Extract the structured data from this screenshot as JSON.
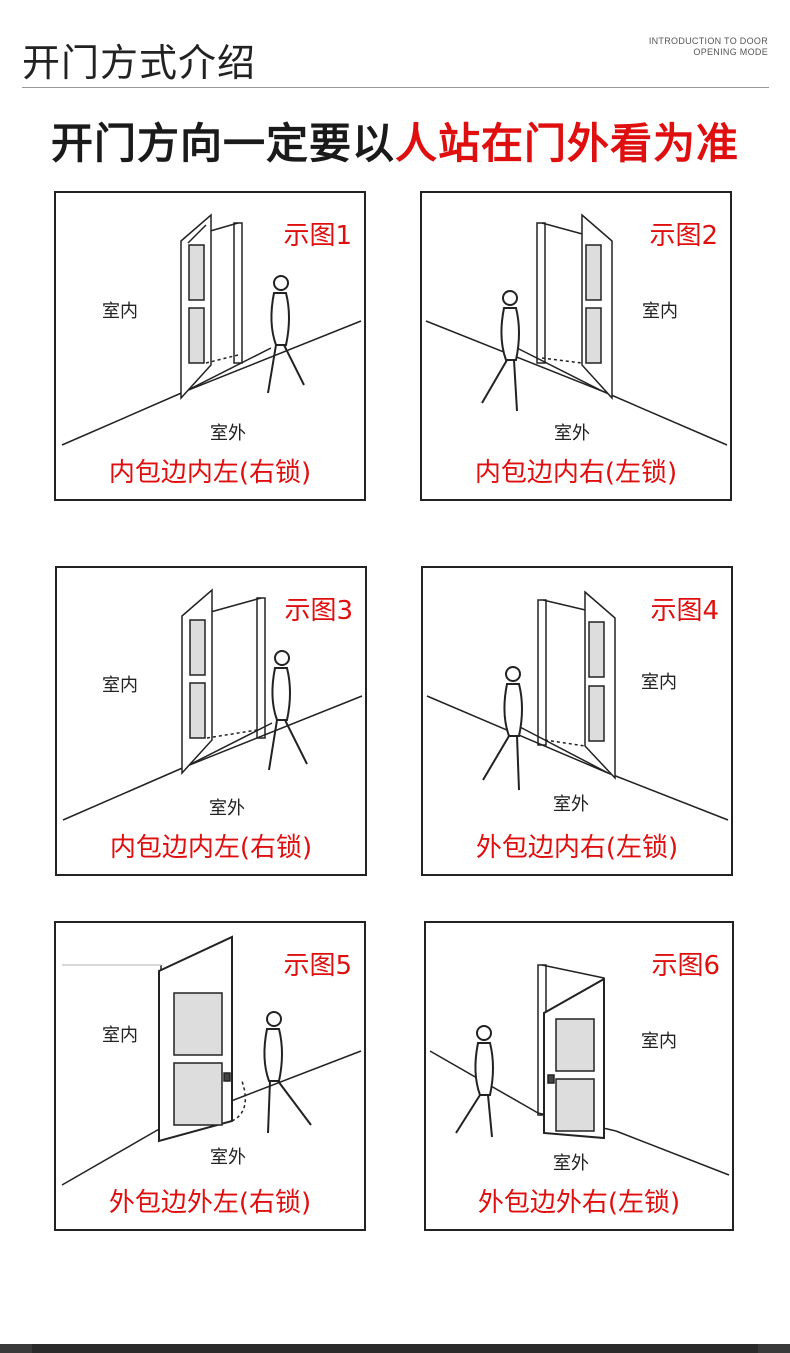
{
  "header": {
    "title": "开门方式介绍",
    "subtitle_en_line1": "INTRODUCTION TO DOOR",
    "subtitle_en_line2": "OPENING MODE"
  },
  "headline": {
    "part1": "开门方向一定要以",
    "part2": "人站在门外看为准"
  },
  "panels": [
    {
      "number": "示图1",
      "indoor": "室内",
      "outdoor": "室外",
      "caption": "内包边内左(右锁)"
    },
    {
      "number": "示图2",
      "indoor": "室内",
      "outdoor": "室外",
      "caption": "内包边内右(左锁)"
    },
    {
      "number": "示图3",
      "indoor": "室内",
      "outdoor": "室外",
      "caption": "内包边内左(右锁)"
    },
    {
      "number": "示图4",
      "indoor": "室内",
      "outdoor": "室外",
      "caption": "外包边内右(左锁)"
    },
    {
      "number": "示图5",
      "indoor": "室内",
      "outdoor": "室外",
      "caption": "外包边外左(右锁)"
    },
    {
      "number": "示图6",
      "indoor": "室内",
      "outdoor": "室外",
      "caption": "外包边外右(左锁)"
    }
  ],
  "colors": {
    "accent": "#e00f0f",
    "text": "#222222",
    "border": "#222222"
  }
}
